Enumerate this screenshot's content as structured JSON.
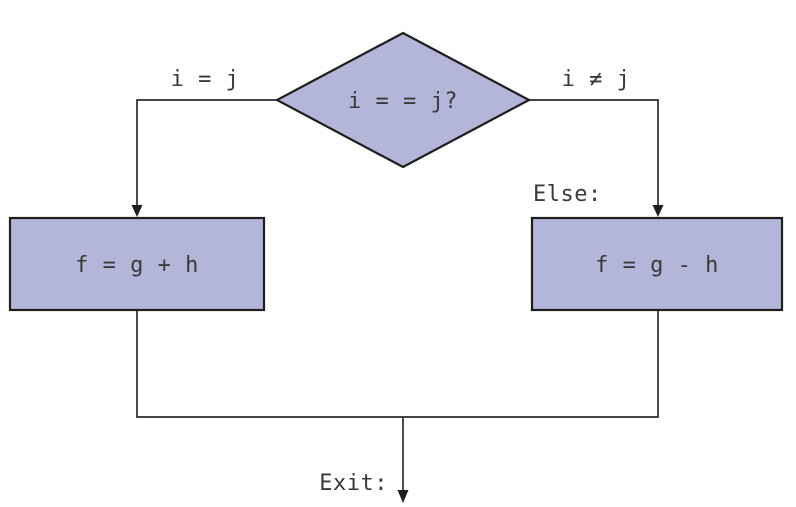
{
  "colors": {
    "shape_fill": "#b3b6d8",
    "shape_border": "#1e1e1e",
    "line": "#2b2b2b",
    "text": "#3a3a3a",
    "background": "#ffffff"
  },
  "diagram": {
    "type": "flowchart",
    "decision": {
      "shape": "diamond",
      "label": "i = = j?"
    },
    "branches": {
      "left": {
        "condition_label": "i = j",
        "box_label": "f = g + h"
      },
      "right": {
        "condition_label": "i ≠ j",
        "annotation": "Else:",
        "box_label": "f = g - h"
      }
    },
    "exit_label": "Exit:"
  }
}
